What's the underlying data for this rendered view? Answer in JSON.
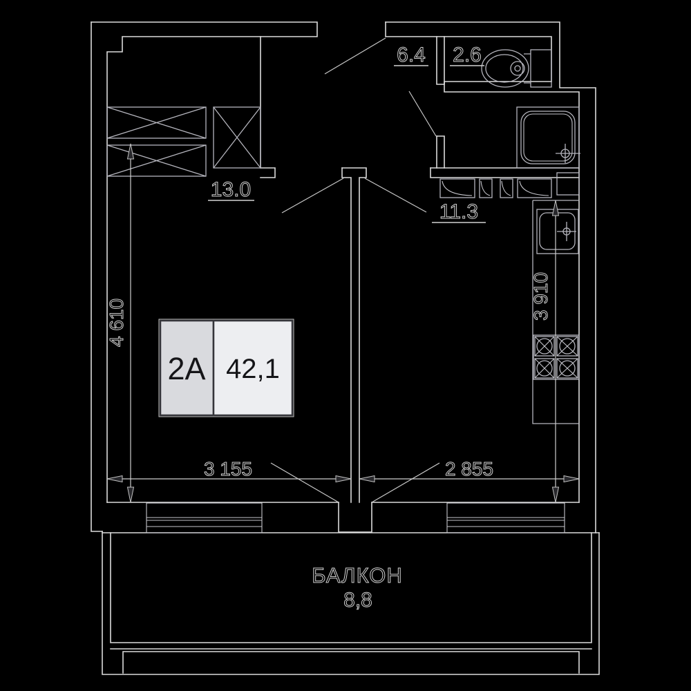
{
  "plan": {
    "unit": {
      "code": "2A",
      "area": "42,1"
    },
    "rooms": {
      "wardrobe": {
        "area": "13.0"
      },
      "hallway": {
        "area": "6.4"
      },
      "wc": {
        "area": "2.6"
      },
      "kitchen": {
        "area": "11.3"
      },
      "balcony": {
        "name": "БАЛКОН",
        "area": "8,8"
      }
    },
    "dimensions": {
      "room_width": "3 155",
      "kitchen_width": "2 855",
      "room_depth": "4 610",
      "kitchen_depth": "3 910"
    },
    "colors": {
      "background": "#000000",
      "wall_line": "#dcdcdc",
      "furniture_line": "#b6b6be",
      "unit_box_left_fill": "#d9dade",
      "unit_box_right_fill": "#edeef1",
      "unit_text": "#151518"
    }
  }
}
